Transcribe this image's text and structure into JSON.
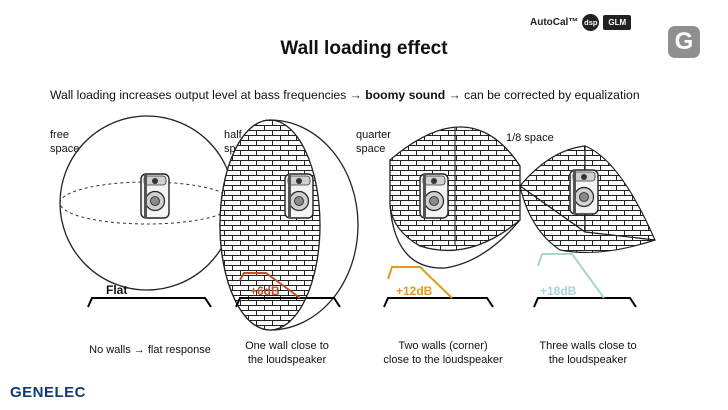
{
  "header": {
    "title": "Wall loading effect",
    "subtitle_pre": "Wall loading increases output level at bass frequencies ",
    "arrow": "→",
    "subtitle_bold": "boomy sound",
    "subtitle_post": " can be corrected by equalization"
  },
  "badges": {
    "autocal": "AutoCal™",
    "dsp": "dsp",
    "glm": "GLM",
    "g_mark": "G"
  },
  "panels": [
    {
      "label_line1": "free",
      "label_line2": "space",
      "response_label": "Flat",
      "caption_line1": "No walls → flat response",
      "caption_line2": "",
      "color": "#000000"
    },
    {
      "label_line1": "half",
      "label_line2": "space",
      "response_label": "+6dB",
      "caption_line1": "One wall close to",
      "caption_line2": "the loudspeaker",
      "color": "#c0502a"
    },
    {
      "label_line1": "quarter",
      "label_line2": "space",
      "response_label": "+12dB",
      "caption_line1": "Two walls (corner)",
      "caption_line2": "close to the loudspeaker",
      "color": "#e39a22"
    },
    {
      "label_line1": "1/8 space",
      "label_line2": "",
      "response_label": "+18dB",
      "caption_line1": "Three walls close to",
      "caption_line2": "the loudspeaker",
      "color": "#a8d4d6"
    }
  ],
  "footer": {
    "brand": "GENELEC"
  }
}
